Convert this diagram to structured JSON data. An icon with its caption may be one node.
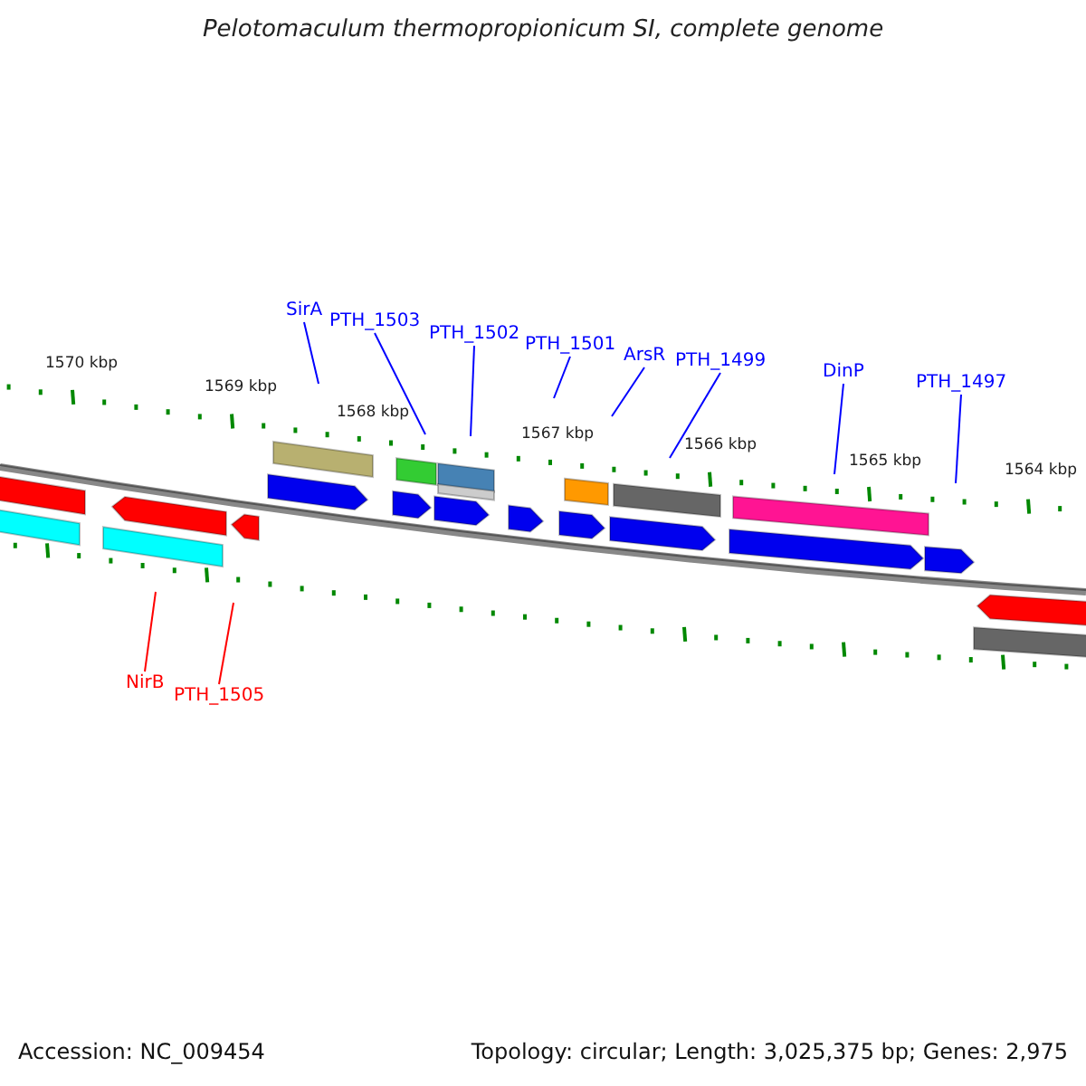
{
  "diagram": {
    "title": "Pelotomaculum thermopropionicum SI, complete genome",
    "nodes": [
      {
        "text": [
          "SirA"
        ]
      },
      {
        "text": [
          "PTH_1503"
        ]
      },
      {
        "text": [
          "PTH_1502"
        ]
      },
      {
        "text": [
          "PTH_1501"
        ]
      },
      {
        "text": [
          "ArsR"
        ]
      },
      {
        "text": [
          "PTH_1499"
        ]
      },
      {
        "text": [
          "DinP"
        ]
      },
      {
        "text": [
          "PTH_1497"
        ]
      },
      {
        "text": [
          "NirB"
        ]
      },
      {
        "text": [
          "PTH_1505"
        ]
      }
    ],
    "edges": [
      {
        "from": 0,
        "to": null,
        "arrow": "none"
      },
      {
        "from": 1,
        "to": null,
        "arrow": "none"
      },
      {
        "from": 2,
        "to": null,
        "arrow": "none"
      },
      {
        "from": 3,
        "to": null,
        "arrow": "none"
      },
      {
        "from": 4,
        "to": null,
        "arrow": "none"
      },
      {
        "from": 5,
        "to": null,
        "arrow": "none"
      },
      {
        "from": 6,
        "to": null,
        "arrow": "none"
      },
      {
        "from": 7,
        "to": null,
        "arrow": "none"
      },
      {
        "from": 8,
        "to": null,
        "arrow": "none",
        "color": "#ff0000"
      },
      {
        "from": 9,
        "to": null,
        "arrow": "none",
        "color": "#ff0000"
      }
    ],
    "labels": [
      "1570 kbp",
      "1569 kbp",
      "1568 kbp",
      "1567 kbp",
      "1566 kbp",
      "1565 kbp",
      "1564 kbp",
      "Accession: NC_009454",
      "Topology: circular; Length: 3,025,375 bp; Genes: 2,975"
    ]
  }
}
